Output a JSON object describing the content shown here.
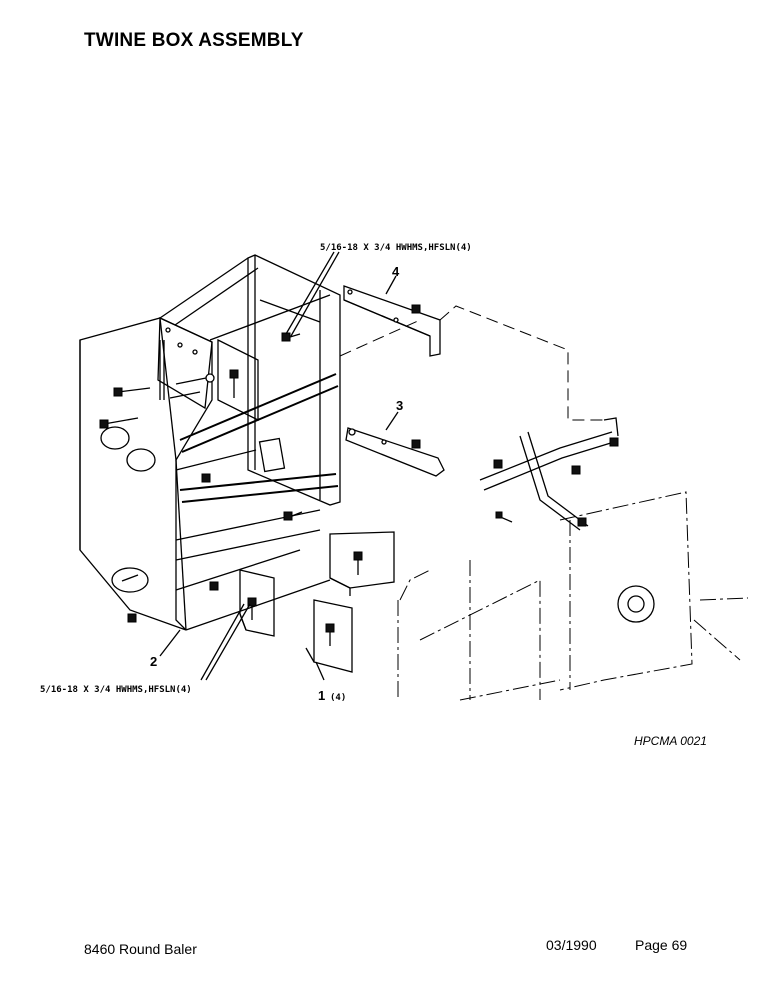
{
  "header": {
    "title": "TWINE BOX ASSEMBLY"
  },
  "callouts": {
    "top_fastener": "5/16-18 X 3/4 HWHMS,HFSLN(4)",
    "bottom_fastener": "5/16-18 X 3/4 HWHMS,HFSLN(4)",
    "item_1": "1",
    "item_1_qty": "(4)",
    "item_2": "2",
    "item_3": "3",
    "item_4": "4"
  },
  "figure_id": "HPCMA 0021",
  "footer": {
    "model": "8460 Round Baler",
    "date": "03/1990",
    "page": "Page 69"
  }
}
